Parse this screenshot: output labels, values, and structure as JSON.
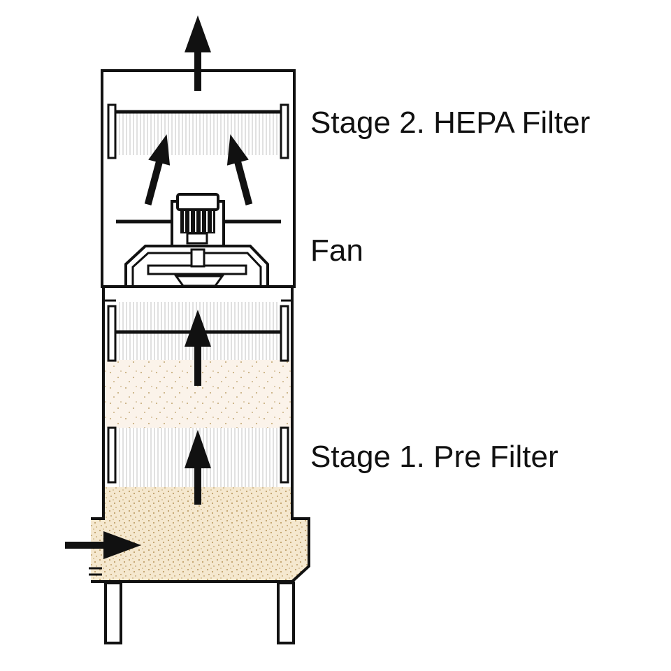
{
  "labels": {
    "hepa": "Stage 2. HEPA Filter",
    "fan": "Fan",
    "prefilter": "Stage 1. Pre Filter"
  },
  "colors": {
    "outline": "#111111",
    "filter_pleat": "#d4d4d4",
    "light_particles_bg": "#fbf3ea",
    "dense_particles_bg": "#f5e8cf",
    "particle_dot": "#c9b183"
  }
}
